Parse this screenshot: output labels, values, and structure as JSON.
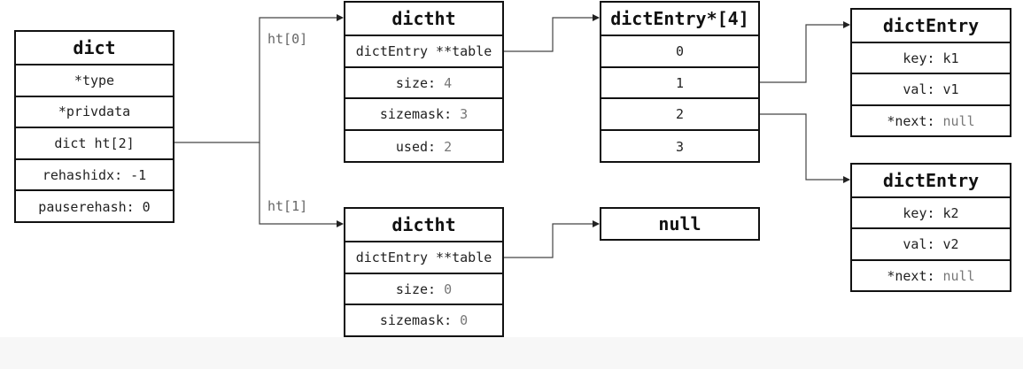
{
  "dict": {
    "title": "dict",
    "rows": [
      {
        "label": "*type"
      },
      {
        "label": "*privdata"
      },
      {
        "label": "dict ht[2]"
      },
      {
        "label": "rehashidx:",
        "value": "-1"
      },
      {
        "label": "pauserehash:",
        "value": "0"
      }
    ]
  },
  "labels": {
    "ht0": "ht[0]",
    "ht1": "ht[1]"
  },
  "ht0": {
    "title": "dictht",
    "rows": [
      {
        "label": "dictEntry **table"
      },
      {
        "label": "size:",
        "value": "4"
      },
      {
        "label": "sizemask:",
        "value": "3"
      },
      {
        "label": "used:",
        "value": "2"
      }
    ]
  },
  "ht1": {
    "title": "dictht",
    "rows": [
      {
        "label": "dictEntry **table"
      },
      {
        "label": "size:",
        "value": "0"
      },
      {
        "label": "sizemask:",
        "value": "0"
      }
    ]
  },
  "table": {
    "title": "dictEntry*[4]",
    "slots": [
      "0",
      "1",
      "2",
      "3"
    ]
  },
  "null_node": {
    "title": "null"
  },
  "entry1": {
    "title": "dictEntry",
    "rows": [
      {
        "label": "key:",
        "value": "k1"
      },
      {
        "label": "val:",
        "value": "v1"
      },
      {
        "label": "*next:",
        "value": "null"
      }
    ]
  },
  "entry2": {
    "title": "dictEntry",
    "rows": [
      {
        "label": "key:",
        "value": "k2"
      },
      {
        "label": "val:",
        "value": "v2"
      },
      {
        "label": "*next:",
        "value": "null"
      }
    ]
  }
}
